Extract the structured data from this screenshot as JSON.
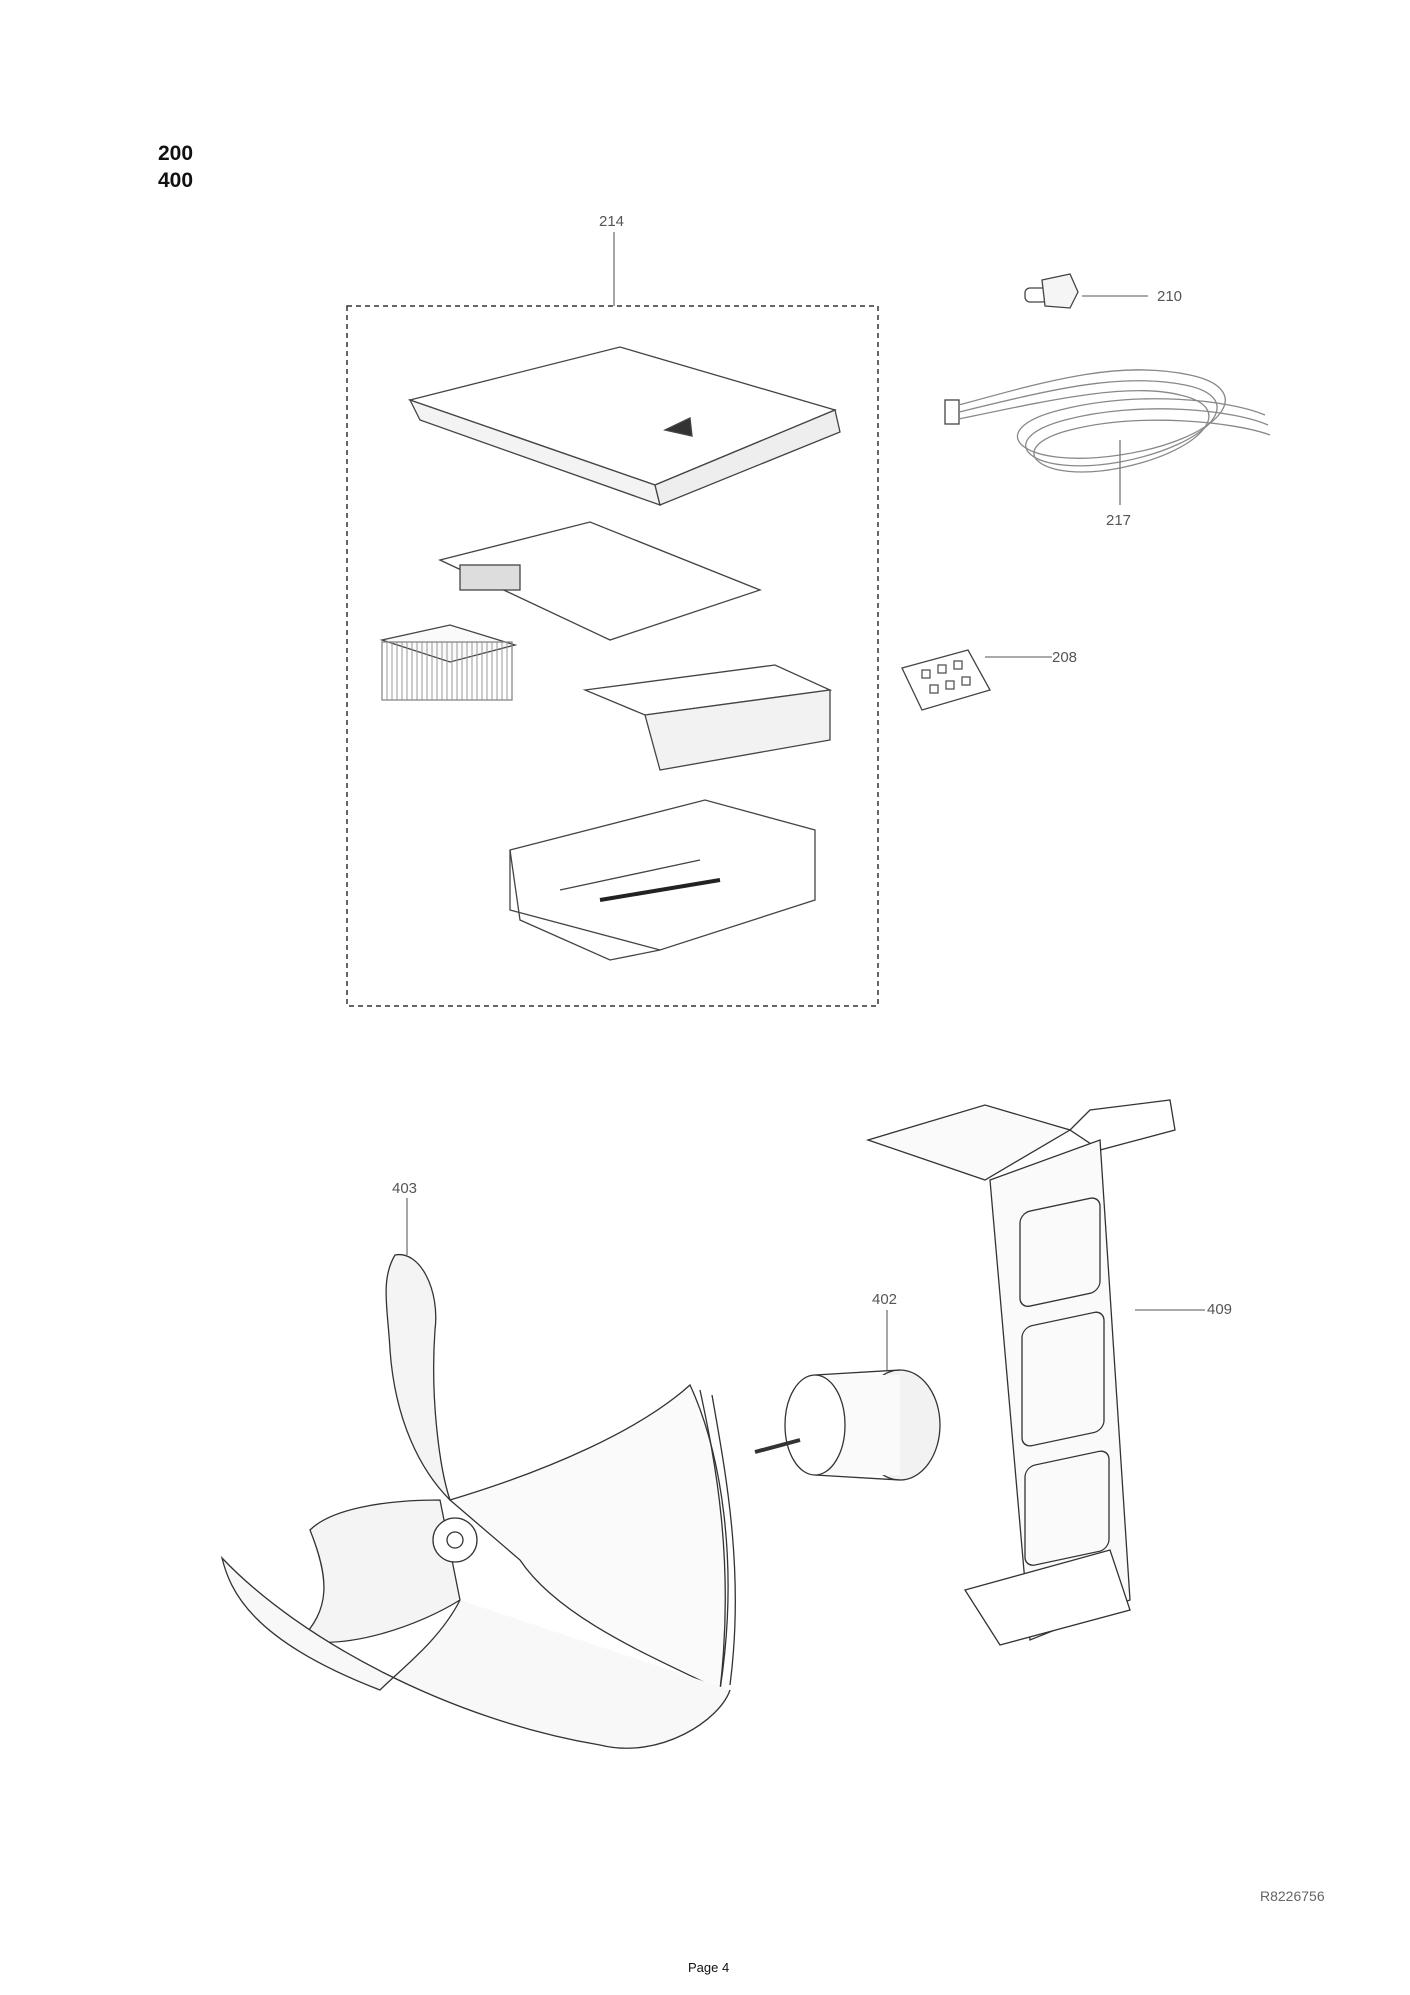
{
  "header": {
    "section_codes": [
      "200",
      "400"
    ]
  },
  "callouts": {
    "c214": "214",
    "c210": "210",
    "c217": "217",
    "c208": "208",
    "c403": "403",
    "c402": "402",
    "c409": "409"
  },
  "footer": {
    "document_code": "R8226756",
    "page": "Page 4"
  }
}
